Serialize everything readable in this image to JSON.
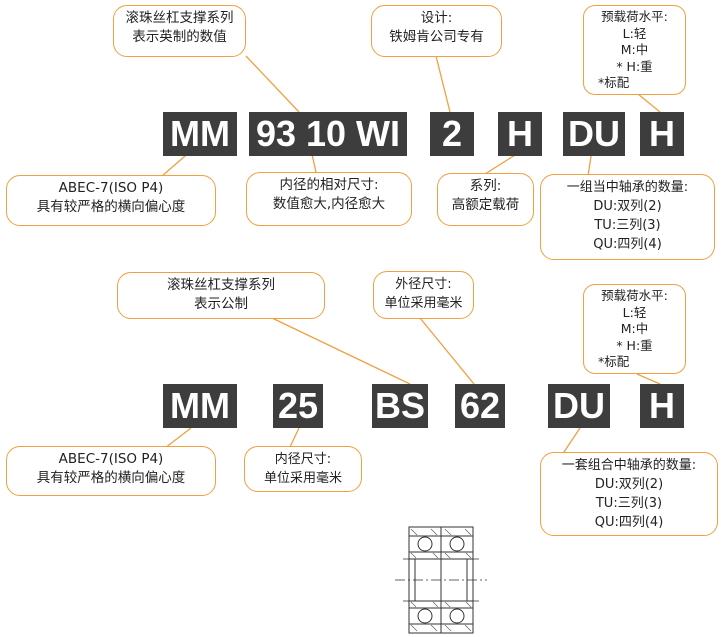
{
  "row1": {
    "codes": [
      "MM",
      "93 10 WI",
      "2",
      "H",
      "DU",
      "H"
    ],
    "callouts": {
      "series_inch": [
        "滚珠丝杠支撑系列",
        "表示英制的数值"
      ],
      "design": [
        "设计:",
        "铁姆肯公司专有"
      ],
      "preload": [
        "预载荷水平:",
        "L:轻",
        "M:中",
        "* H:重",
        "*标配"
      ],
      "abec": [
        "ABEC-7(ISO P4)",
        "具有较严格的横向偏心度"
      ],
      "bore_rel": [
        "内径的相对尺寸:",
        "数值愈大,内径愈大"
      ],
      "series": [
        "系列:",
        "高额定载荷"
      ],
      "group": [
        "一组当中轴承的数量:",
        "DU:双列(2)",
        "TU:三列(3)",
        "QU:四列(4)"
      ]
    }
  },
  "row2": {
    "codes": [
      "MM",
      "25",
      "BS",
      "62",
      "DU",
      "H"
    ],
    "callouts": {
      "series_metric": [
        "滚珠丝杠支撑系列",
        "表示公制"
      ],
      "od": [
        "外径尺寸:",
        "单位采用毫米"
      ],
      "preload": [
        "预载荷水平:",
        "L:轻",
        "M:中",
        "* H:重",
        "*标配"
      ],
      "abec": [
        "ABEC-7(ISO P4)",
        "具有较严格的横向偏心度"
      ],
      "bore": [
        "内径尺寸:",
        "单位采用毫米"
      ],
      "group": [
        "一套组合中轴承的数量:",
        "DU:双列(2)",
        "TU:三列(3)",
        "QU:四列(4)"
      ]
    }
  },
  "colors": {
    "box": "#3d3d3d",
    "accent": "#f0a040"
  }
}
